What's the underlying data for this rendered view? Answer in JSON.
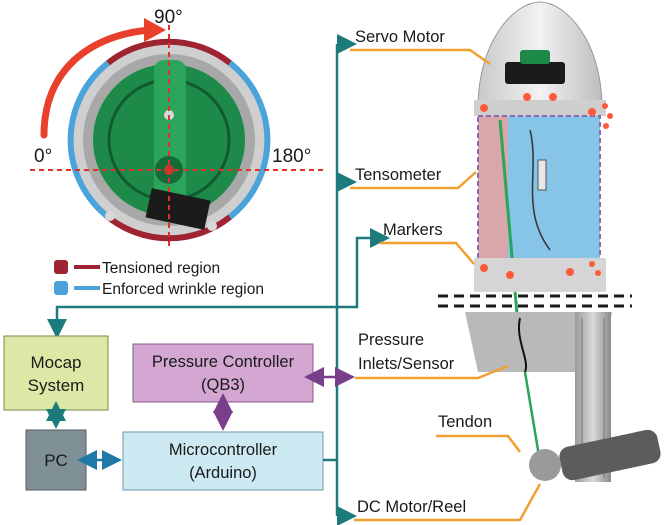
{
  "angles": {
    "a0": "0°",
    "a90": "90°",
    "a180": "180°"
  },
  "legend": [
    {
      "label": "Tensioned region",
      "color": "#9e2432"
    },
    {
      "label": "Enforced wrinkle region",
      "color": "#4aa3db"
    }
  ],
  "blocks": {
    "mocap": {
      "line1": "Mocap",
      "line2": "System",
      "fill": "#dde8a6"
    },
    "pc": {
      "label": "PC",
      "fill": "#7f9196"
    },
    "pressure_controller": {
      "line1": "Pressure Controller",
      "line2": "(QB3)",
      "fill": "#d3a7d2"
    },
    "microcontroller": {
      "line1": "Microcontroller",
      "line2": "(Arduino)",
      "fill": "#cdeaf2"
    }
  },
  "components": {
    "servo": "Servo Motor",
    "tensometer": "Tensometer",
    "markers": "Markers",
    "pressure_line1": "Pressure",
    "pressure_line2": "Inlets/Sensor",
    "tendon": "Tendon",
    "dc_motor": "DC Motor/Reel"
  },
  "colors": {
    "teal": "#1e7b7b",
    "blue_line": "#1f78a8",
    "purple_arrow": "#7a3f8a",
    "orange": "#f0a030",
    "red_arrow": "#e8402a",
    "red_dash": "#e0322a"
  }
}
